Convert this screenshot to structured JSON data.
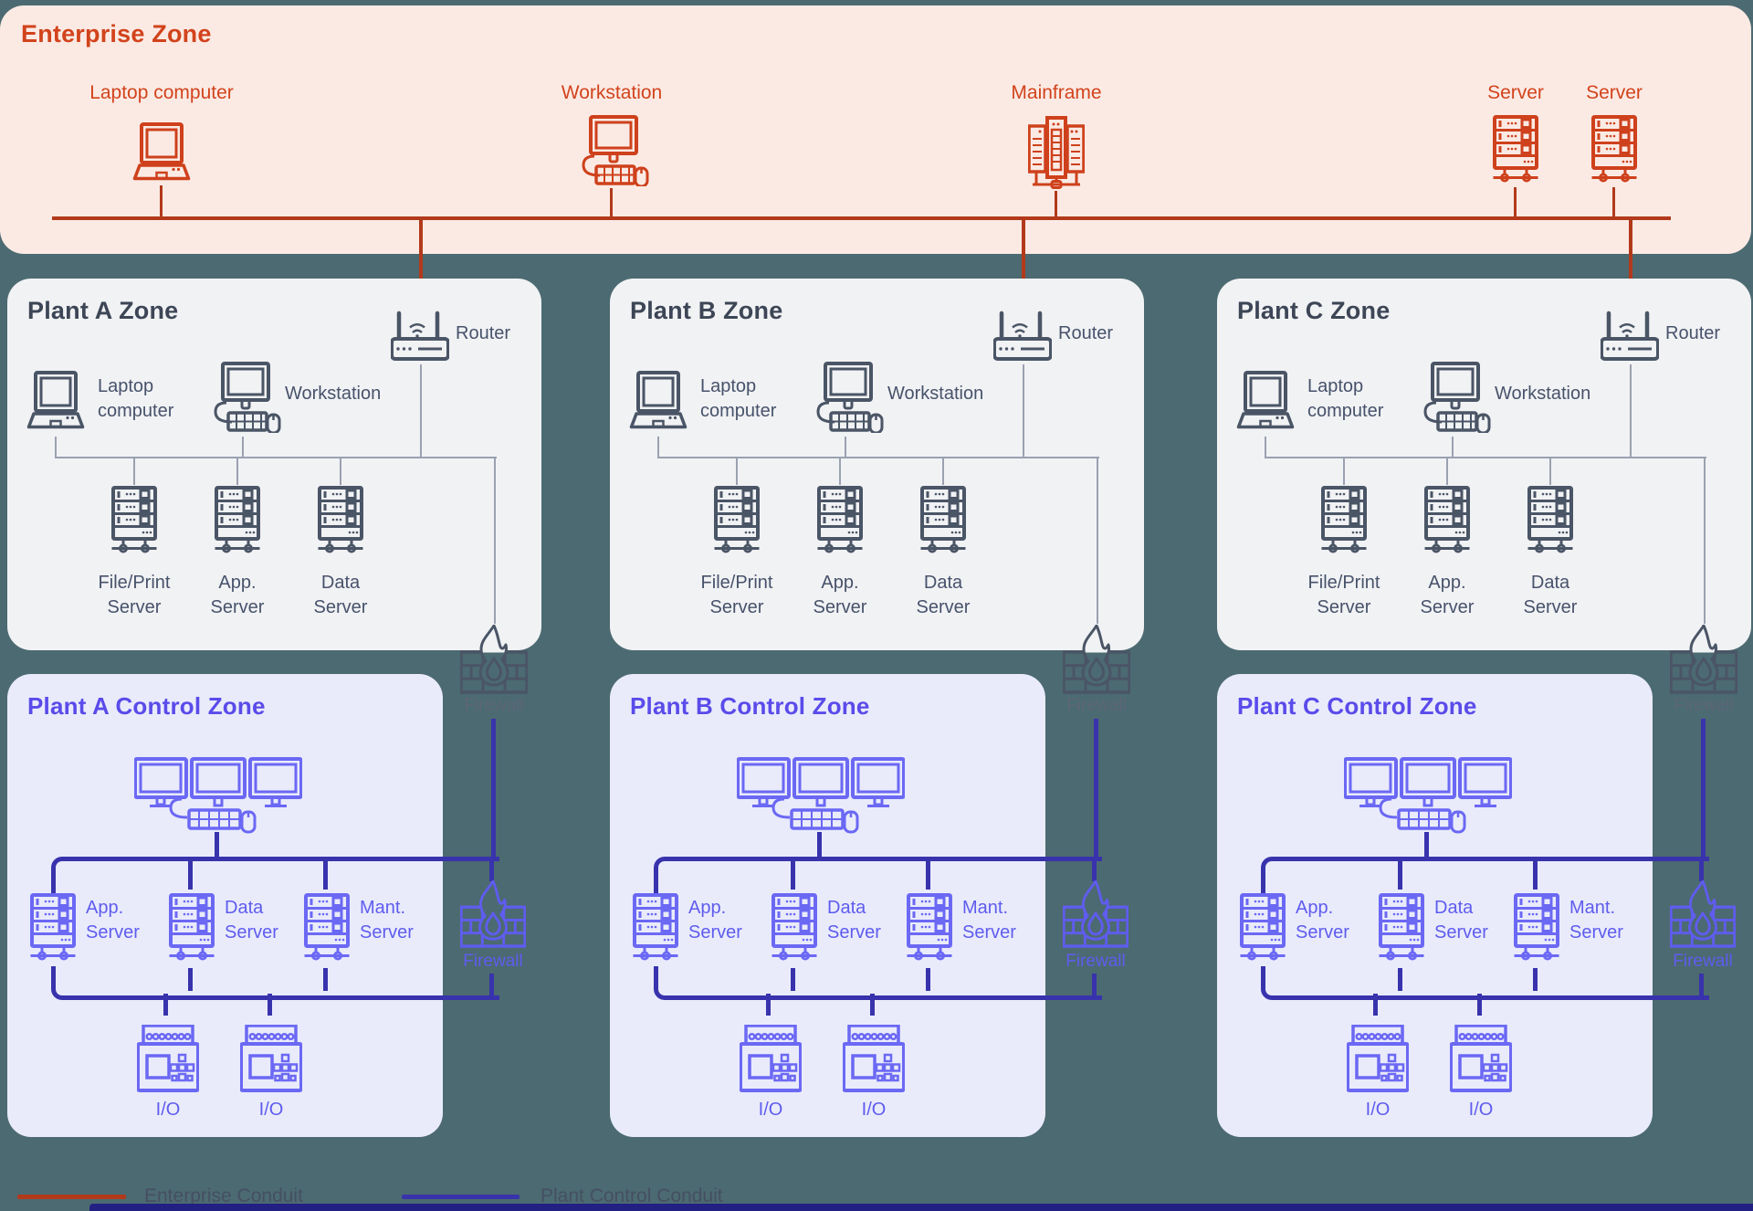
{
  "enterprise": {
    "title": "Enterprise Zone",
    "devices": {
      "laptop": "Laptop computer",
      "workstation": "Workstation",
      "mainframe": "Mainframe",
      "server1": "Server",
      "server2": "Server"
    }
  },
  "plants": [
    {
      "zone_title": "Plant A Zone",
      "control_title": "Plant A Control Zone",
      "router_label": "Router",
      "laptop_l1": "Laptop",
      "laptop_l2": "computer",
      "workstation_label": "Workstation",
      "servers": [
        {
          "l1": "File/Print",
          "l2": "Server"
        },
        {
          "l1": "App.",
          "l2": "Server"
        },
        {
          "l1": "Data",
          "l2": "Server"
        }
      ],
      "firewall_top_label": "Firewall",
      "firewall_bottom_label": "Firewall",
      "control_servers": [
        {
          "l1": "App.",
          "l2": "Server"
        },
        {
          "l1": "Data",
          "l2": "Server"
        },
        {
          "l1": "Mant.",
          "l2": "Server"
        }
      ],
      "io": [
        "I/O",
        "I/O"
      ]
    },
    {
      "zone_title": "Plant B Zone",
      "control_title": "Plant B Control Zone",
      "router_label": "Router",
      "laptop_l1": "Laptop",
      "laptop_l2": "computer",
      "workstation_label": "Workstation",
      "servers": [
        {
          "l1": "File/Print",
          "l2": "Server"
        },
        {
          "l1": "App.",
          "l2": "Server"
        },
        {
          "l1": "Data",
          "l2": "Server"
        }
      ],
      "firewall_top_label": "Firewall",
      "firewall_bottom_label": "Firewall",
      "control_servers": [
        {
          "l1": "App.",
          "l2": "Server"
        },
        {
          "l1": "Data",
          "l2": "Server"
        },
        {
          "l1": "Mant.",
          "l2": "Server"
        }
      ],
      "io": [
        "I/O",
        "I/O"
      ]
    },
    {
      "zone_title": "Plant C Zone",
      "control_title": "Plant C Control Zone",
      "router_label": "Router",
      "laptop_l1": "Laptop",
      "laptop_l2": "computer",
      "workstation_label": "Workstation",
      "servers": [
        {
          "l1": "File/Print",
          "l2": "Server"
        },
        {
          "l1": "App.",
          "l2": "Server"
        },
        {
          "l1": "Data",
          "l2": "Server"
        }
      ],
      "firewall_top_label": "Firewall",
      "firewall_bottom_label": "Firewall",
      "control_servers": [
        {
          "l1": "App.",
          "l2": "Server"
        },
        {
          "l1": "Data",
          "l2": "Server"
        },
        {
          "l1": "Mant.",
          "l2": "Server"
        }
      ],
      "io": [
        "I/O",
        "I/O"
      ]
    }
  ],
  "legend": {
    "enterprise_conduit": "Enterprise Conduit",
    "plant_control_conduit": "Plant Control Conduit"
  },
  "colors": {
    "background": "#4C6A71",
    "enterprise_zone_bg": "#FBEAE4",
    "plant_zone_bg": "#F1F2F4",
    "control_zone_bg": "#E9EBFB",
    "enterprise_accent": "#CE411C",
    "enterprise_conduit": "#B23A1B",
    "plant_slate": "#4A5566",
    "control_purple": "#6B68F4",
    "control_conduit": "#3833AC"
  }
}
